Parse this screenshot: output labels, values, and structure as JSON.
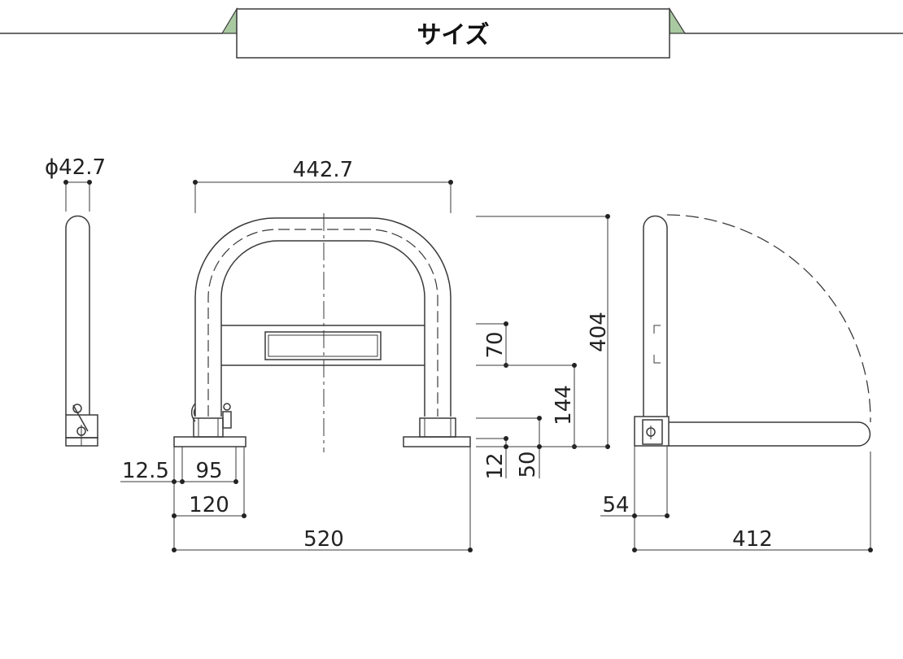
{
  "header": {
    "title": "サイズ"
  },
  "dimensions": {
    "pipe_diameter": "ϕ42.7",
    "arch_width": "442.7",
    "total_height": "404",
    "plate_offset": "12.5",
    "plate_bolt_span": "95",
    "plate_width": "120",
    "total_width": "520",
    "label_panel_height": "70",
    "label_panel_position": "144",
    "lower_height_12": "12",
    "lower_height_50": "50",
    "base_depth": "54",
    "folded_length": "412"
  },
  "colors": {
    "line": "#3a3a3a",
    "tab_green": "#a9c9a1"
  }
}
